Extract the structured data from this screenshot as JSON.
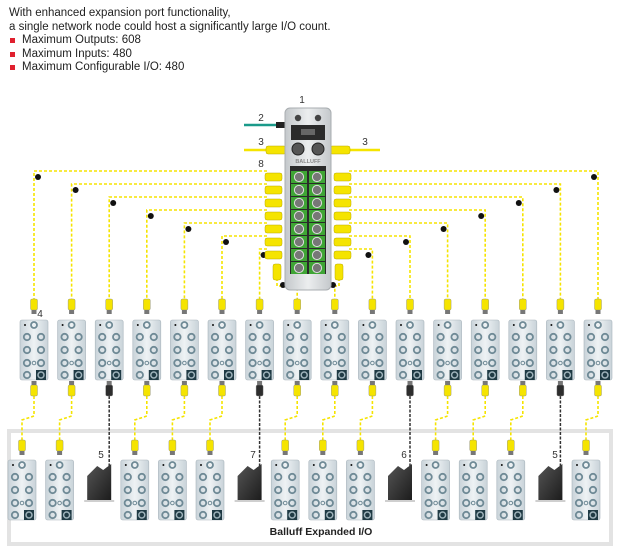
{
  "intro": {
    "line1": "With enhanced expansion port functionality,",
    "line2": "a single network node could host a significantly large I/O count.",
    "bullets": [
      "Maximum Outputs: 608",
      "Maximum Inputs: 480",
      "Maximum Configurable I/O: 480"
    ]
  },
  "callouts": {
    "master": "1",
    "network_cable": "2",
    "power_cable": "3",
    "expansion_port": "8",
    "hub": "4",
    "device_left": "5",
    "device_center": "7",
    "device_right_center": "6",
    "device_right": "5"
  },
  "master_brand": "BALLUFF",
  "expanded_group_label": "Balluff Expanded I/O",
  "colors": {
    "cable_yellow": "#f5e400",
    "cable_network": "#1a9a8a",
    "cable_black": "#333333",
    "bullet_red": "#e0202e",
    "module_body": "#dfe6ea",
    "group_border": "#e3e3e3"
  },
  "topology": {
    "upper_hubs_count": 16,
    "lower_row": [
      "hub",
      "hub",
      "device",
      "hub",
      "hub",
      "hub",
      "device",
      "hub",
      "hub",
      "hub",
      "device",
      "hub",
      "hub",
      "hub",
      "device",
      "hub"
    ],
    "upper_output_connector": [
      "yellow",
      "yellow",
      "black",
      "yellow",
      "yellow",
      "yellow",
      "black",
      "yellow",
      "yellow",
      "yellow",
      "black",
      "yellow",
      "yellow",
      "yellow",
      "black",
      "yellow"
    ]
  }
}
